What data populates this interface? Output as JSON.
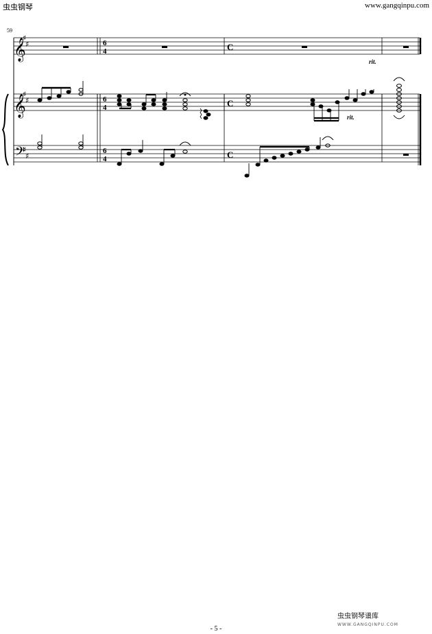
{
  "header": {
    "site_name": "虫虫钢琴",
    "url": "www.gangqinpu.com"
  },
  "score": {
    "start_measure": "59",
    "time_signatures": {
      "six_four_top": "6",
      "six_four_bottom": "4",
      "common_time": "C"
    },
    "tempo_marks": {
      "vocal_rit": "rit.",
      "piano_rit": "rit."
    },
    "key_signature": "D major (2 sharps)"
  },
  "footer": {
    "page_number": "- 5 -",
    "watermark_line1": "虫虫钢琴谱库",
    "watermark_line2": "WWW.GANGQINPU.COM"
  }
}
